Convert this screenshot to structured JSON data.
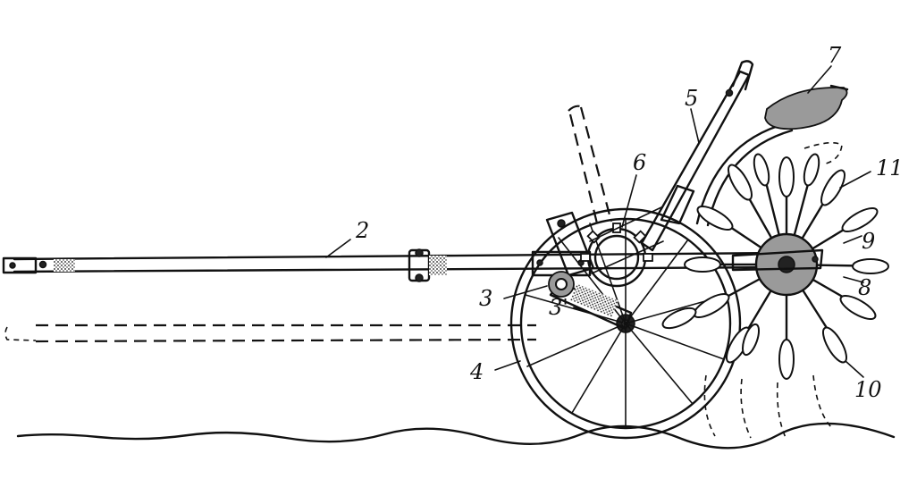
{
  "callouts": {
    "c2": "2",
    "c3": "3",
    "c3p": "3'",
    "c4": "4",
    "c5": "5",
    "c6": "6",
    "c7": "7",
    "c8": "8",
    "c9": "9",
    "c10": "10",
    "c11": "11"
  },
  "colors": {
    "ink": "#111111",
    "paper": "#ffffff",
    "stipple": "#9a9a9a"
  }
}
